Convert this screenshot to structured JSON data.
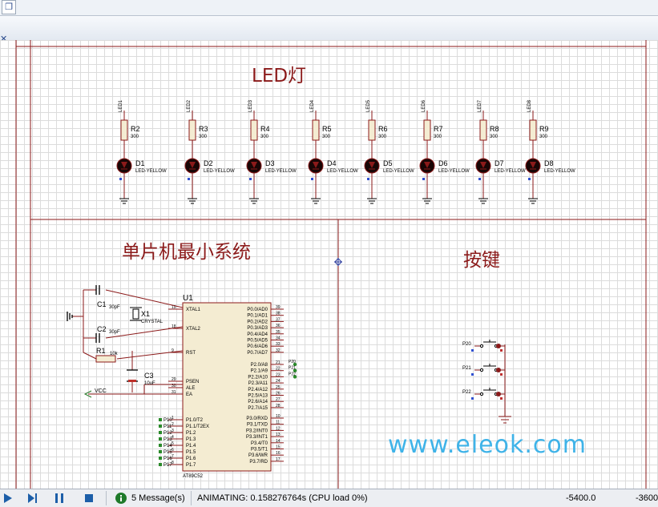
{
  "titles": {
    "led": "LED灯",
    "mcu": "单片机最小系统",
    "keys": "按键"
  },
  "leds": [
    {
      "net": "LED1",
      "res": "R2",
      "rval": "300",
      "diode": "D1",
      "type": "LED-YELLOW"
    },
    {
      "net": "LED2",
      "res": "R3",
      "rval": "300",
      "diode": "D2",
      "type": "LED-YELLOW"
    },
    {
      "net": "LED3",
      "res": "R4",
      "rval": "300",
      "diode": "D3",
      "type": "LED-YELLOW"
    },
    {
      "net": "LED4",
      "res": "R5",
      "rval": "300",
      "diode": "D4",
      "type": "LED-YELLOW"
    },
    {
      "net": "LED5",
      "res": "R6",
      "rval": "300",
      "diode": "D5",
      "type": "LED-YELLOW"
    },
    {
      "net": "LED6",
      "res": "R7",
      "rval": "300",
      "diode": "D6",
      "type": "LED-YELLOW"
    },
    {
      "net": "LED7",
      "res": "R8",
      "rval": "300",
      "diode": "D7",
      "type": "LED-YELLOW"
    },
    {
      "net": "LED8",
      "res": "R9",
      "rval": "300",
      "diode": "D8",
      "type": "LED-YELLOW"
    }
  ],
  "mcu": {
    "ref": "U1",
    "part": "AT89C52",
    "left_pins": [
      {
        "num": "19",
        "name": "XTAL1"
      },
      {
        "num": "18",
        "name": "XTAL2"
      },
      {
        "num": "9",
        "name": "RST"
      },
      {
        "num": "29",
        "name": "PSEN"
      },
      {
        "num": "30",
        "name": "ALE"
      },
      {
        "num": "31",
        "name": "EA"
      },
      {
        "num": "1",
        "name": "P1.0/T2"
      },
      {
        "num": "2",
        "name": "P1.1/T2EX"
      },
      {
        "num": "3",
        "name": "P1.2"
      },
      {
        "num": "4",
        "name": "P1.3"
      },
      {
        "num": "5",
        "name": "P1.4"
      },
      {
        "num": "6",
        "name": "P1.5"
      },
      {
        "num": "7",
        "name": "P1.6"
      },
      {
        "num": "8",
        "name": "P1.7"
      }
    ],
    "right_pins": [
      {
        "num": "39",
        "name": "P0.0/AD0"
      },
      {
        "num": "38",
        "name": "P0.1/AD1"
      },
      {
        "num": "37",
        "name": "P0.2/AD2"
      },
      {
        "num": "36",
        "name": "P0.3/AD3"
      },
      {
        "num": "35",
        "name": "P0.4/AD4"
      },
      {
        "num": "34",
        "name": "P0.5/AD5"
      },
      {
        "num": "33",
        "name": "P0.6/AD6"
      },
      {
        "num": "32",
        "name": "P0.7/AD7"
      },
      {
        "num": "21",
        "name": "P2.0/A8"
      },
      {
        "num": "22",
        "name": "P2.1/A9"
      },
      {
        "num": "23",
        "name": "P2.2/A10"
      },
      {
        "num": "24",
        "name": "P2.3/A11"
      },
      {
        "num": "25",
        "name": "P2.4/A12"
      },
      {
        "num": "26",
        "name": "P2.5/A13"
      },
      {
        "num": "27",
        "name": "P2.6/A14"
      },
      {
        "num": "28",
        "name": "P2.7/A15"
      },
      {
        "num": "10",
        "name": "P3.0/RXD"
      },
      {
        "num": "11",
        "name": "P3.1/TXD"
      },
      {
        "num": "12",
        "name": "P3.2/INT0"
      },
      {
        "num": "13",
        "name": "P3.3/INT1"
      },
      {
        "num": "14",
        "name": "P3.4/T0"
      },
      {
        "num": "15",
        "name": "P3.5/T1"
      },
      {
        "num": "16",
        "name": "P3.6/WR"
      },
      {
        "num": "17",
        "name": "P3.7/RD"
      }
    ],
    "p1_nets": [
      "P10",
      "P11",
      "P12",
      "P13",
      "P14",
      "P15",
      "P16",
      "P17"
    ],
    "p2_nets": [
      "P20",
      "P21",
      "P22"
    ]
  },
  "components": {
    "c1": {
      "ref": "C1",
      "val": "30pF"
    },
    "c2": {
      "ref": "C2",
      "val": "30pF"
    },
    "c3": {
      "ref": "C3",
      "val": "10uF"
    },
    "x1": {
      "ref": "X1",
      "val": "CRYSTAL"
    },
    "r1": {
      "ref": "R1",
      "val": "10k"
    },
    "vcc": "VCC"
  },
  "keys": [
    {
      "net": "P20"
    },
    {
      "net": "P21"
    },
    {
      "net": "P22"
    }
  ],
  "watermark": "www.eleok.com",
  "status": {
    "messages": "5 Message(s)",
    "animating": "ANIMATING: 0.158276764s (CPU load 0%)",
    "coord_x": "-5400.0",
    "coord_y": "-3600"
  }
}
